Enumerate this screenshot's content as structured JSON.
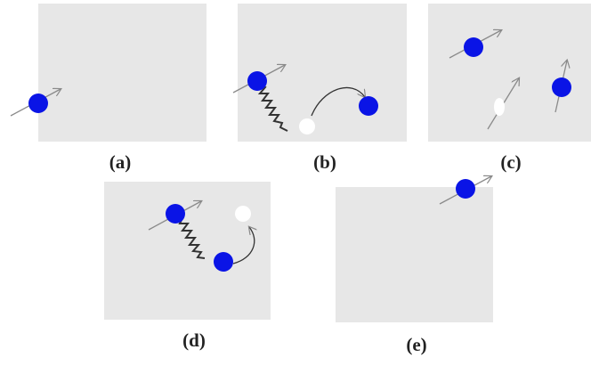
{
  "labels": {
    "a": "(a)",
    "b": "(b)",
    "c": "(c)",
    "d": "(d)",
    "e": "(e)"
  },
  "colors": {
    "panel": "#e7e7e7",
    "particle": "#0a14e6",
    "white_particle": "#ffffff",
    "arrow": "#8a8a8a",
    "spring": "#333333"
  }
}
